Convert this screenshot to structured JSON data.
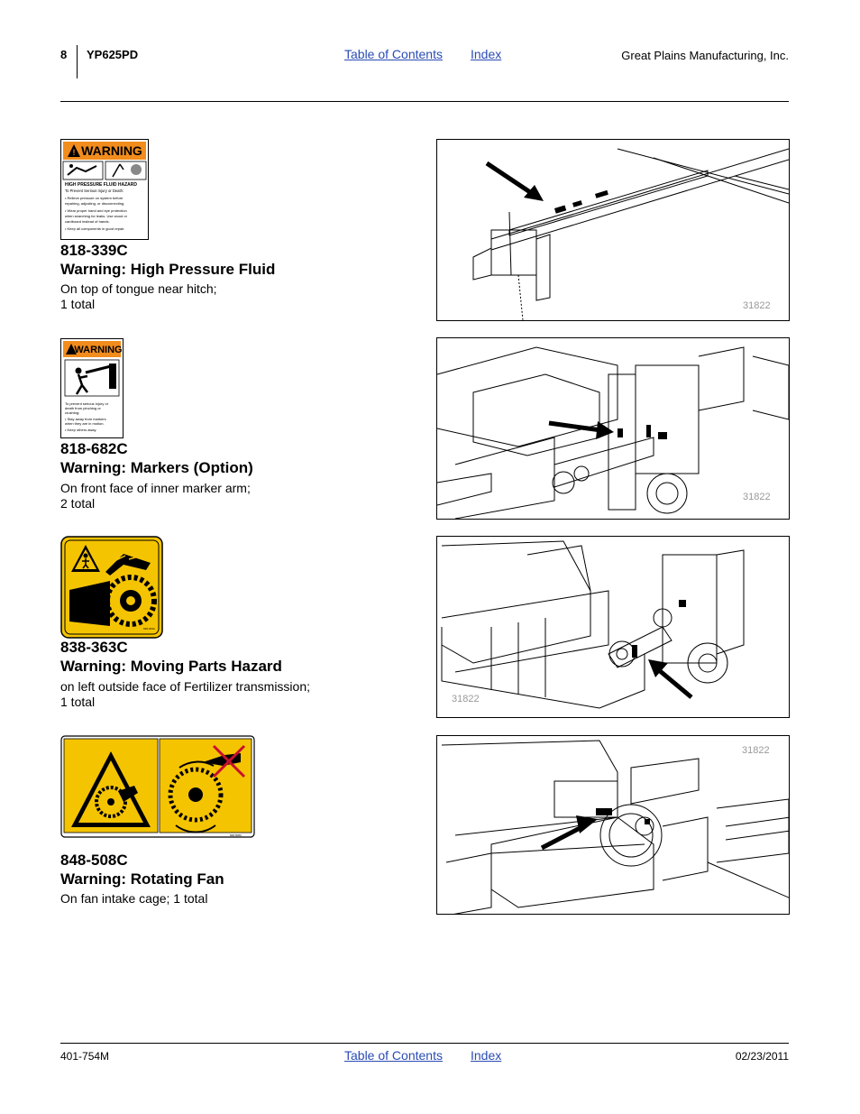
{
  "header": {
    "page_number": "8",
    "model": "YP625PD",
    "toc_link": "Table of Contents",
    "index_link": "Index",
    "company": "Great Plains Manufacturing, Inc."
  },
  "decals": [
    {
      "part": "818-339C",
      "title": "Warning: High Pressure Fluid",
      "location_line1": "On top of tongue near hitch;",
      "location_line2": "1 total",
      "decal_text": {
        "banner": "WARNING",
        "heading": "HIGH PRESSURE FLUID HAZARD",
        "sub": "To Prevent Serious Injury or Death:",
        "b1": "• Relieve pressure on system before repairing, adjusting, or disconnecting.",
        "b2": "• Wear proper hand and eye protection when searching for leaks. Use wood or cardboard instead of hands.",
        "b3": "• Keep all components in good repair."
      },
      "photo_number": "31822"
    },
    {
      "part": "818-682C",
      "title": "Warning: Markers (Option)",
      "location_line1": "On front face of inner marker arm;",
      "location_line2": "2 total",
      "decal_text": {
        "banner": "WARNING",
        "sub": "To prevent serious injury or death from pinching or crushing:",
        "b1": "• Stay away from markers when they are in motion.",
        "b2": "• Keep others away."
      },
      "photo_number": "31822"
    },
    {
      "part": "838-363C",
      "title": "Warning: Moving Parts Hazard",
      "location_line1": "on left outside face of Fertilizer transmission;",
      "location_line2": "1 total",
      "photo_number": "31822"
    },
    {
      "part": "848-508C",
      "title": "Warning: Rotating Fan",
      "location_line1": "On fan intake cage; 1 total",
      "location_line2": "",
      "photo_number": "31822"
    }
  ],
  "footer": {
    "doc_number": "401-754M",
    "toc_link": "Table of Contents",
    "index_link": "Index",
    "date": "02/23/2011"
  },
  "colors": {
    "warning_orange": "#f28c1c",
    "safety_yellow": "#f5c400",
    "link_blue": "#2a4bb5"
  }
}
